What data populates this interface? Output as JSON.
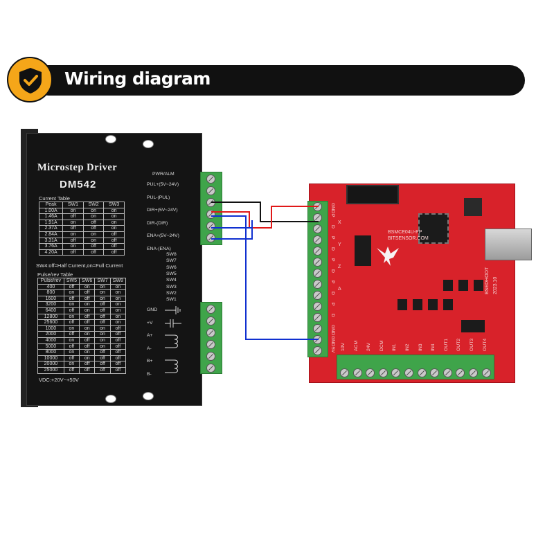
{
  "header": {
    "title": "Wiring diagram",
    "icon": "shield-check-icon",
    "accent": "#f5a619"
  },
  "driver": {
    "title": "Microstep Driver",
    "model": "DM542",
    "current_table_caption": "Current Table",
    "current_table": {
      "headers": [
        "Peak",
        "SW1",
        "SW2",
        "SW3"
      ],
      "rows": [
        [
          "1.00A",
          "on",
          "on",
          "on"
        ],
        [
          "1.46A",
          "off",
          "on",
          "on"
        ],
        [
          "1.91A",
          "on",
          "off",
          "on"
        ],
        [
          "2.37A",
          "off",
          "off",
          "on"
        ],
        [
          "2.84A",
          "on",
          "on",
          "off"
        ],
        [
          "3.31A",
          "off",
          "on",
          "off"
        ],
        [
          "3.76A",
          "on",
          "off",
          "off"
        ],
        [
          "4.20A",
          "off",
          "off",
          "off"
        ]
      ]
    },
    "sw4_note": "SW4:off=Half Current,on=Full Current",
    "pulse_table_caption": "Pulse/rev Table",
    "pulse_table": {
      "headers": [
        "Pulse/rev",
        "SW5",
        "SW6",
        "SW7",
        "SW8"
      ],
      "rows": [
        [
          "400",
          "off",
          "on",
          "on",
          "on"
        ],
        [
          "800",
          "on",
          "off",
          "on",
          "on"
        ],
        [
          "1600",
          "off",
          "off",
          "on",
          "on"
        ],
        [
          "3200",
          "on",
          "on",
          "off",
          "on"
        ],
        [
          "6400",
          "off",
          "on",
          "off",
          "on"
        ],
        [
          "12800",
          "on",
          "off",
          "off",
          "on"
        ],
        [
          "25600",
          "off",
          "off",
          "off",
          "on"
        ],
        [
          "1000",
          "on",
          "on",
          "on",
          "off"
        ],
        [
          "2000",
          "off",
          "on",
          "on",
          "off"
        ],
        [
          "4000",
          "on",
          "off",
          "on",
          "off"
        ],
        [
          "5000",
          "off",
          "off",
          "on",
          "off"
        ],
        [
          "8000",
          "on",
          "on",
          "off",
          "off"
        ],
        [
          "10000",
          "off",
          "on",
          "off",
          "off"
        ],
        [
          "20000",
          "on",
          "off",
          "off",
          "off"
        ],
        [
          "25000",
          "off",
          "off",
          "off",
          "off"
        ]
      ]
    },
    "vdc": "VDC:+20V~+50V",
    "led_label": "PWR/ALM",
    "signal_pins": [
      "PUL+(5V~24V)",
      "PUL-(PUL)",
      "DIR+(5V~24V)",
      "DIR-(DIR)",
      "ENA+(5V~24V)",
      "ENA-(ENA)"
    ],
    "switches": [
      "SW8",
      "SW7",
      "SW6",
      "SW5",
      "SW4",
      "SW3",
      "SW2",
      "SW1"
    ],
    "power_pins": [
      "GND",
      "+V",
      "A+",
      "A-",
      "B+",
      "B-"
    ]
  },
  "board": {
    "left_pins": [
      "GND",
      "P",
      "D",
      "P",
      "D",
      "P",
      "D",
      "P",
      "D",
      "P",
      "D",
      "GND",
      "GND",
      "5V"
    ],
    "bottom_pins": [
      "10V",
      "ACM",
      "24V",
      "DCM",
      "IN1",
      "IN2",
      "IN3",
      "IN4",
      "OUT1",
      "OUT2",
      "OUT3",
      "OUT4"
    ],
    "axis_labels": [
      "X",
      "Y",
      "Z",
      "A"
    ],
    "silk_url": "BITSENSOR.COM",
    "silk_model": "BSMCE04U-PP",
    "silk_right1": "BSEDHOOT",
    "silk_right2": "2023.10",
    "colors": {
      "board": "#d8222a",
      "terminal": "#3fa44a"
    }
  },
  "wires": {
    "colors": {
      "black": "#111111",
      "red": "#e01818",
      "blue": "#1030d0"
    }
  }
}
